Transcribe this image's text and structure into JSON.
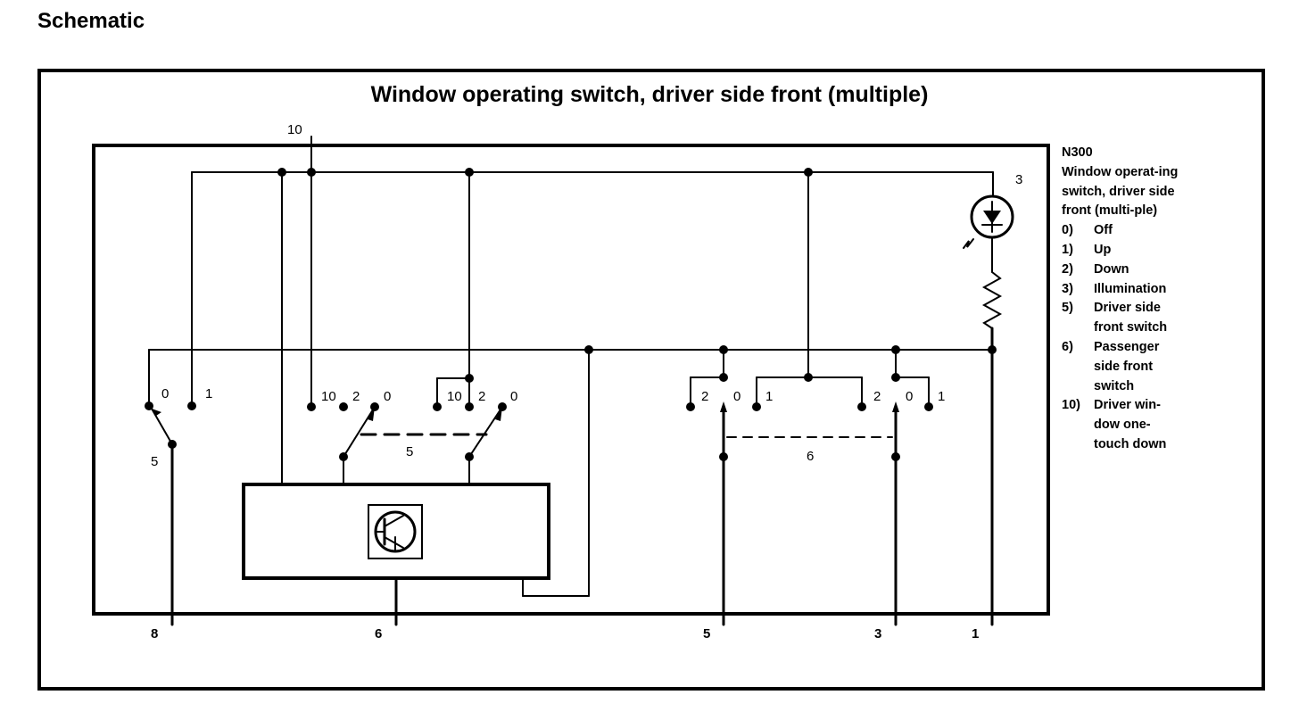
{
  "page": {
    "heading": "Schematic",
    "diagram_title": "Window operating switch, driver side front (multiple)"
  },
  "legend": {
    "part_id": "N300",
    "part_desc": "Window operat-ing switch, driver side front (multi-ple)",
    "items": [
      {
        "num": "0)",
        "label": "Off"
      },
      {
        "num": "1)",
        "label": "Up"
      },
      {
        "num": "2)",
        "label": "Down"
      },
      {
        "num": "3)",
        "label": "Illumination"
      },
      {
        "num": "5)",
        "label": "Driver side front switch"
      },
      {
        "num": "6)",
        "label": "Passenger side front switch"
      },
      {
        "num": "10)",
        "label": "Driver win-dow one-touch down"
      }
    ]
  },
  "labels": {
    "terminal_10": "10",
    "lamp": "3",
    "sw5_group": "5",
    "sw6_group": "6",
    "sw5a_0": "0",
    "sw5a_1": "1",
    "sw5a_5": "5",
    "sw5b_10": "10",
    "sw5b_2": "2",
    "sw5b_0": "0",
    "sw5c_10": "10",
    "sw5c_2": "2",
    "sw5c_0": "0",
    "sw6a_2": "2",
    "sw6a_0": "0",
    "sw6a_1": "1",
    "sw6b_2": "2",
    "sw6b_0": "0",
    "sw6b_1": "1"
  },
  "pins": [
    "8",
    "6",
    "5",
    "3",
    "1"
  ]
}
